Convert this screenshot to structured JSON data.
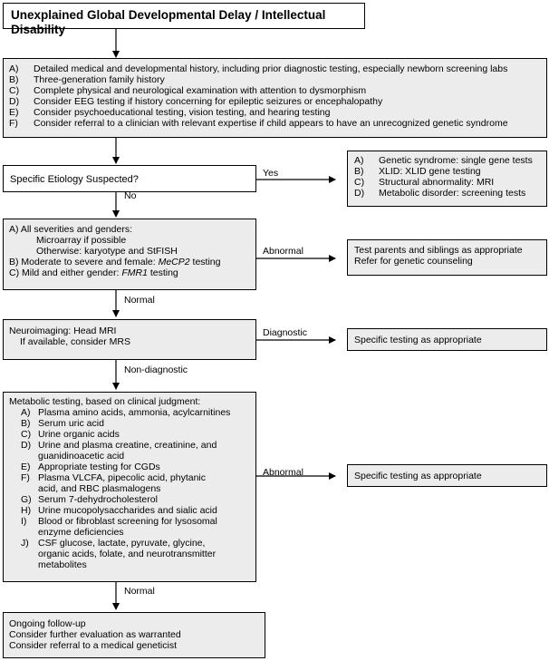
{
  "title": "Unexplained Global Developmental Delay / Intellectual Disability",
  "initial_evaluation": [
    {
      "label": "A)",
      "text": "Detailed medical and developmental history, including prior diagnostic testing, especially newborn screening labs"
    },
    {
      "label": "B)",
      "text": "Three-generation family history"
    },
    {
      "label": "C)",
      "text": "Complete physical and neurological examination with attention to dysmorphism"
    },
    {
      "label": "D)",
      "text": "Consider EEG testing if history concerning for epileptic seizures or encephalopathy"
    },
    {
      "label": "E)",
      "text": "Consider psychoeducational testing, vision testing, and hearing testing"
    },
    {
      "label": "F)",
      "text": "Consider referral to a clinician with relevant expertise if child appears to have an unrecognized genetic syndrome"
    }
  ],
  "etiology_question": "Specific Etiology Suspected?",
  "yes_label": "Yes",
  "no_label": "No",
  "specific_tests": [
    {
      "label": "A)",
      "text": "Genetic syndrome: single gene tests"
    },
    {
      "label": "B)",
      "text": "XLID: XLID gene testing"
    },
    {
      "label": "C)",
      "text": "Structural abnormality: MRI"
    },
    {
      "label": "D)",
      "text": "Metabolic disorder: screening tests"
    }
  ],
  "genetic_box": {
    "a_head": "A) All severities and genders:",
    "a_line1": "Microarray if possible",
    "a_line2": "Otherwise: karyotype and StFISH",
    "b_prefix": "B) Moderate to severe and female: ",
    "b_gene": "MeCP2",
    "b_suffix": " testing",
    "c_prefix": "C) Mild and either gender: ",
    "c_gene": "FMR1",
    "c_suffix": " testing"
  },
  "abnormal_label_1": "Abnormal",
  "parents_box": [
    "Test parents and siblings as appropriate",
    "Refer for genetic counseling"
  ],
  "normal_label_1": "Normal",
  "neuro_box": [
    "Neuroimaging: Head MRI",
    "If available, consider MRS"
  ],
  "diagnostic_label": "Diagnostic",
  "specific_testing_1": "Specific testing as appropriate",
  "non_diagnostic_label": "Non-diagnostic",
  "metabolic_title": "Metabolic testing, based on clinical judgment:",
  "metabolic_items": [
    {
      "label": "A)",
      "lines": [
        "Plasma amino acids, ammonia, acylcarnitines"
      ]
    },
    {
      "label": "B)",
      "lines": [
        "Serum uric acid"
      ]
    },
    {
      "label": "C)",
      "lines": [
        "Urine organic acids"
      ]
    },
    {
      "label": "D)",
      "lines": [
        "Urine and plasma creatine, creatinine, and",
        "guanidinoacetic acid"
      ]
    },
    {
      "label": "E)",
      "lines": [
        "Appropriate testing for CGDs"
      ]
    },
    {
      "label": "F)",
      "lines": [
        "Plasma VLCFA, pipecolic acid, phytanic",
        "acid, and RBC plasmalogens"
      ]
    },
    {
      "label": "G)",
      "lines": [
        "Serum 7-dehydrocholesterol"
      ]
    },
    {
      "label": "H)",
      "lines": [
        "Urine mucopolysaccharides and sialic acid"
      ]
    },
    {
      "label": "I)",
      "lines": [
        "Blood or fibroblast screening for lysosomal",
        "enzyme deficiencies"
      ]
    },
    {
      "label": "J)",
      "lines": [
        "CSF glucose, lactate, pyruvate, glycine,",
        "organic acids, folate, and neurotransmitter",
        "metabolites"
      ]
    }
  ],
  "abnormal_label_2": "Abnormal",
  "specific_testing_2": "Specific testing as appropriate",
  "normal_label_2": "Normal",
  "followup_box": [
    "Ongoing follow-up",
    "Consider further evaluation as warranted",
    "Consider referral to a medical geneticist"
  ]
}
